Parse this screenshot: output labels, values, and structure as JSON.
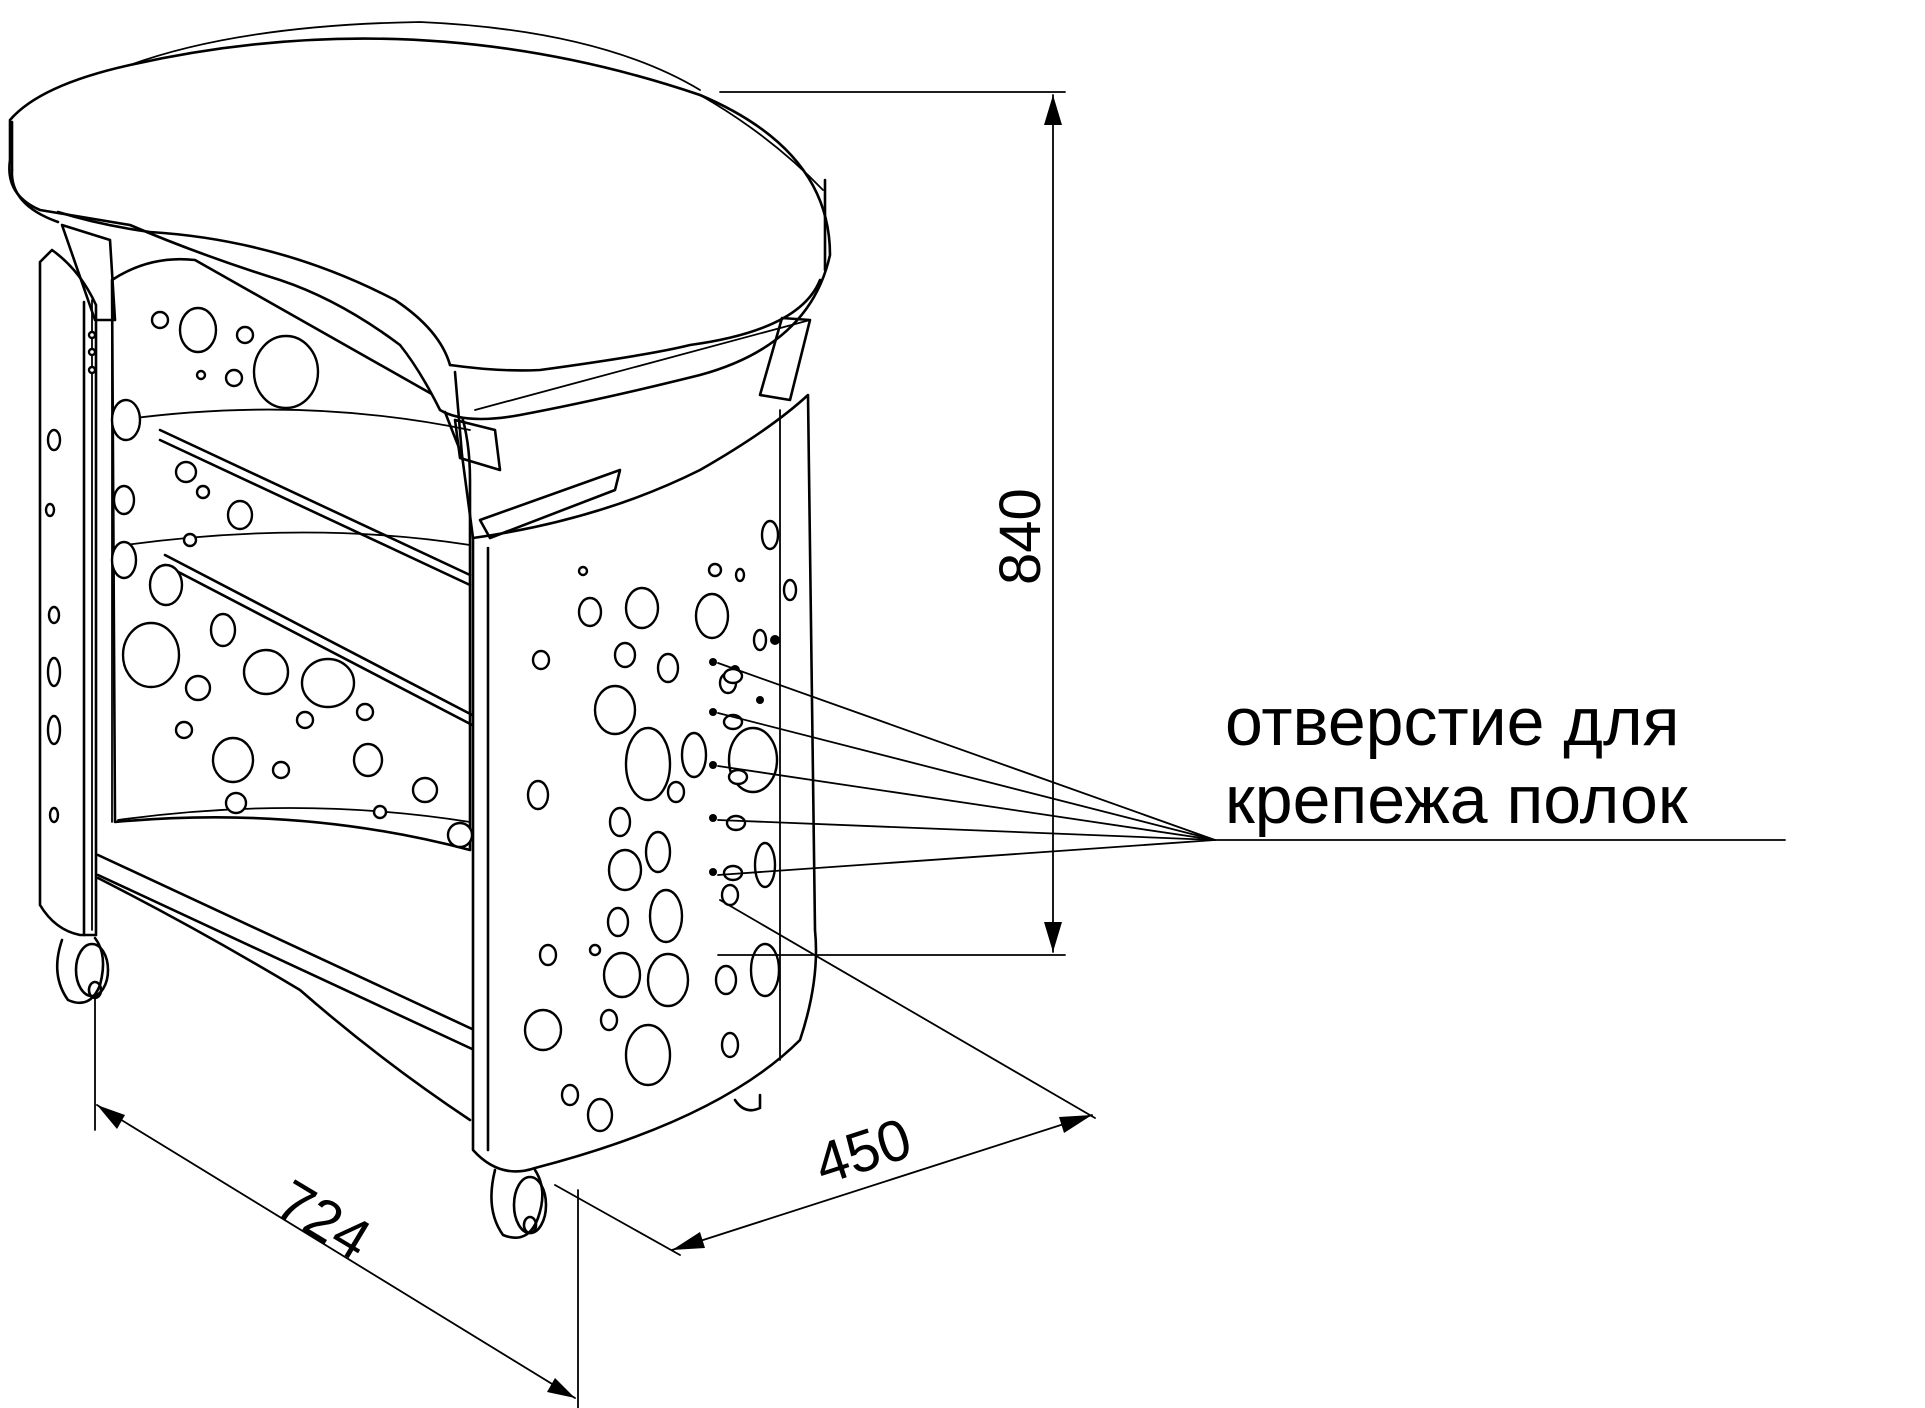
{
  "dimensions": {
    "height": "840",
    "depth": "450",
    "width": "724"
  },
  "callout": {
    "line1": "отверстие для",
    "line2": "крепежа полок"
  },
  "colors": {
    "line": "#000000",
    "background": "#ffffff"
  }
}
